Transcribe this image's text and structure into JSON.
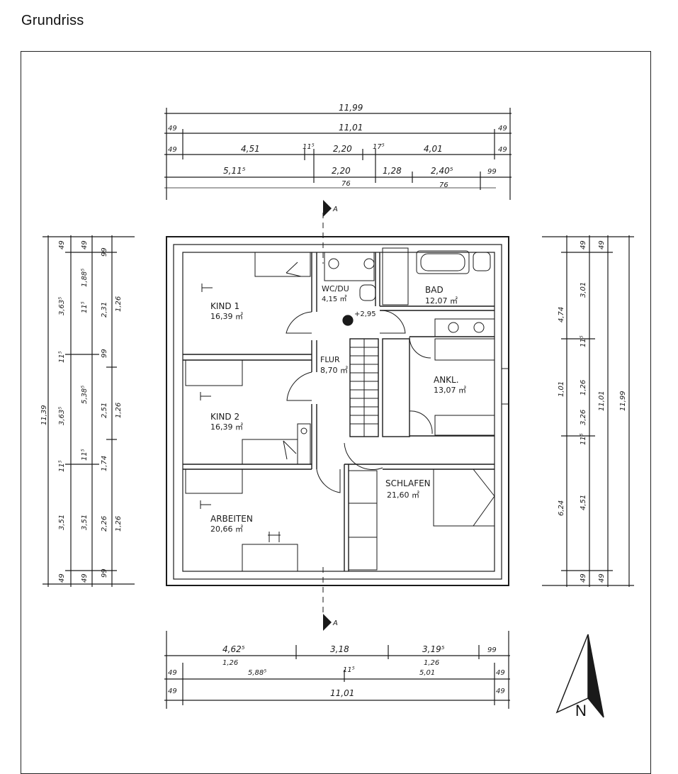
{
  "page": {
    "title": "Grundriss"
  },
  "rooms": [
    {
      "name": "KIND 1",
      "area": "16,39 ㎡"
    },
    {
      "name": "KIND 2",
      "area": "16,39 ㎡"
    },
    {
      "name": "ARBEITEN",
      "area": "20,66 ㎡"
    },
    {
      "name": "WC/DU",
      "area": "4,15 ㎡"
    },
    {
      "name": "BAD",
      "area": "12,07 ㎡"
    },
    {
      "name": "FLUR",
      "area": "8,70 ㎡"
    },
    {
      "name": "ANKL.",
      "area": "13,07 ㎡"
    },
    {
      "name": "SCHLAFEN",
      "area": "21,60 ㎡"
    }
  ],
  "level_mark": "+2,95",
  "section_marker": "A",
  "north_label": "N",
  "dimensions": {
    "top": {
      "overall": "11,99",
      "inner": "11,01",
      "wall_l": "49",
      "wall_r": "49",
      "row3": [
        "49",
        "4,51",
        "11⁵",
        "2,20",
        "17⁵",
        "4,01",
        "49"
      ],
      "row4": [
        "5,11⁵",
        "2,20",
        "1,28",
        "2,40⁵",
        "99"
      ],
      "row4_sub": [
        "76",
        "76"
      ]
    },
    "bottom": {
      "row1": [
        "4,62⁵",
        "3,18",
        "3,19⁵",
        "99"
      ],
      "row2": [
        "1,26",
        "5,88⁵",
        "11⁵",
        "1,26",
        "5,01"
      ],
      "row3": [
        "49",
        "49"
      ],
      "row4": [
        "49",
        "11,01",
        "49"
      ]
    },
    "left": {
      "overall": "11,39",
      "col1": [
        "49",
        "3,63⁵",
        "11⁵",
        "3,63⁵",
        "11⁵",
        "3,51",
        "49"
      ],
      "col2": [
        "49",
        "1,88⁵",
        "11⁵",
        "5,38⁵",
        "11⁵",
        "3,51",
        "49"
      ],
      "col3": [
        "99",
        "2,31",
        "99",
        "2,51",
        "1,74",
        "2,26",
        "99"
      ],
      "col4": [
        "1,26",
        "1,26",
        "1,26"
      ]
    },
    "right": {
      "col1": [
        "4,74",
        "1,01",
        "6,24"
      ],
      "col2": [
        "49",
        "3,01",
        "11⁵",
        "1,26",
        "3,26",
        "11⁵",
        "4,51",
        "49"
      ],
      "col3": [
        "49",
        "11,01",
        "49"
      ],
      "col4": [
        "11,99"
      ]
    }
  }
}
